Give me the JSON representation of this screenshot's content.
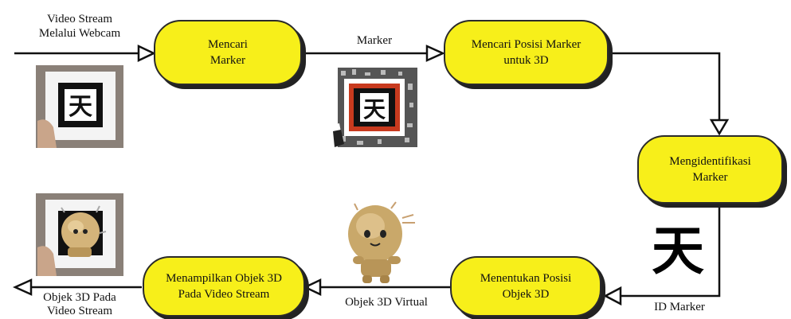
{
  "diagram": {
    "nodes": {
      "mencari_marker": "Mencari\nMarker",
      "mencari_posisi": "Mencari Posisi Marker\nuntuk 3D",
      "mengidentifikasi": "Mengidentifikasi\nMarker",
      "menentukan_posisi": "Menentukan Posisi\nObjek 3D",
      "menampilkan": "Menampilkan Objek 3D\nPada Video Stream"
    },
    "edge_labels": {
      "input": "Video Stream\nMelalui Webcam",
      "marker": "Marker",
      "id_marker": "ID Marker",
      "objek_virtual": "Objek 3D Virtual",
      "output": "Objek 3D Pada\nVideo Stream"
    },
    "glyph": "天",
    "colors": {
      "node_fill": "#f7ef1a",
      "node_border": "#2a2a2a",
      "arrow": "#111111"
    },
    "icons": [
      "webcam-marker-photo-icon",
      "marker-scan-icon",
      "marker-glyph-icon",
      "virtual-character-icon",
      "augmented-output-photo-icon"
    ]
  }
}
